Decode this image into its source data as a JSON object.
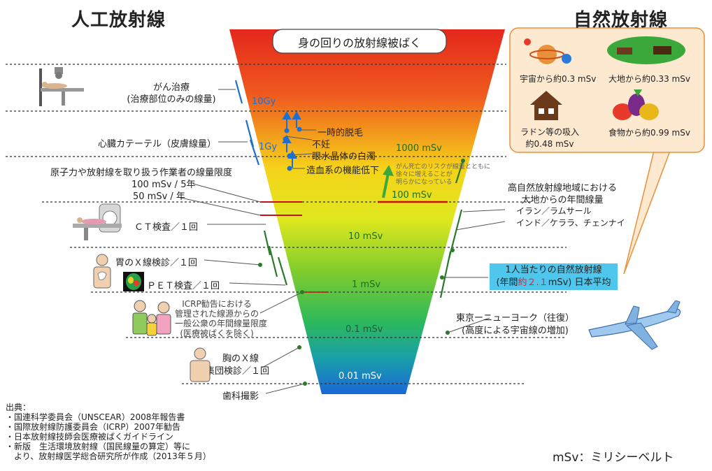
{
  "headings": {
    "artificial": "人工放射線",
    "natural": "自然放射線"
  },
  "funnel": {
    "title": "身の回りの放射線被ばく",
    "scale": {
      "10Gy": "10Gy",
      "1Gy": "1Gy",
      "1000mSv": "1000 mSv",
      "100mSv": "100 mSv",
      "10mSv": "10 mSv",
      "1mSv": "1 mSv",
      "01mSv": "0.1 mSv",
      "001mSv": "0.01 mSv"
    },
    "effects": {
      "hair_loss": "一時的脱毛",
      "sterility": "不妊",
      "cataract": "眼水晶体の白濁",
      "hematopoietic": "造血系の機能低下"
    },
    "cancer_note": [
      "がん死亡のリスクが線量とともに",
      "徐々に増えることが",
      "明らかになっている"
    ]
  },
  "left_items": {
    "cancer_therapy": [
      "がん治療",
      "(治療部位のみの線量)"
    ],
    "cardiac_catheter": "心臓カテーテル（皮膚線量）",
    "worker_limit": [
      "原子力や放射線を取り扱う作業者の線量限度",
      "100 mSv / 5年",
      "50 mSv / 年"
    ],
    "ct": "ＣＴ検査／１回",
    "stomach_xray": "胃のＸ線検診／１回",
    "pet": "ＰＥＴ検査／１回",
    "icrp": [
      "ICRP勧告における",
      "管理された線源からの",
      "一般公衆の年間線量限度",
      "(医療被ばくを除く)"
    ],
    "chest_xray": [
      "胸のＸ線",
      "集団検診／１回"
    ],
    "dental": "歯科撮影"
  },
  "natural_box": {
    "cosmic": "宇宙から約0.3 mSv",
    "ground": "大地から約0.33 mSv",
    "radon": [
      "ラドン等の吸入",
      "約0.48 mSv"
    ],
    "food": "食物から約0.99 mSv"
  },
  "right_items": {
    "high_area": [
      "高自然放射線地域における",
      "大地からの年間線量"
    ],
    "iran": "イラン／ラムサール",
    "india": "インド／ケララ、チェンナイ",
    "per_capita": [
      "1人当たりの自然放射線",
      "(年間",
      "約２.１",
      "mSv) 日本平均"
    ],
    "flight": [
      "東京ーニューヨーク（往復）",
      "(高度による宇宙線の増加)"
    ]
  },
  "sources": [
    "出典：",
    "・国連科学委員会（UNSCEAR）2008年報告書",
    "・国際放射線防護委員会（ICRP）2007年勧告",
    "・日本放射線技師会医療被ばくガイドライン",
    "・新版　生活環境放射線（国民線量の算定）等に",
    "　より、放射線医学総合研究所が作成（2013年５月）"
  ],
  "unit_note": "mSv：ミリシーベルト",
  "colors": {
    "funnel_top": "#e82a1e",
    "funnel_mid": "#f6e51a",
    "funnel_bottom": "#1a6fd8",
    "natural_box_bg": "#fde9d0",
    "natural_box_border": "#e8913a",
    "per_capita_bg": "#4fc6ec",
    "per_capita_highlight": "#e8202a",
    "marker_blue": "#1f6fcf",
    "marker_green": "#2a7a2a"
  },
  "icons": [
    "radiotherapy-machine-icon",
    "ct-scanner-icon",
    "stomach-xray-person-icon",
    "pet-scan-brain-icon",
    "family-icon",
    "chest-xray-person-icon",
    "saturn-planet-icon",
    "grazing-animals-icon",
    "house-icon",
    "fruit-basket-icon",
    "airplane-icon"
  ]
}
